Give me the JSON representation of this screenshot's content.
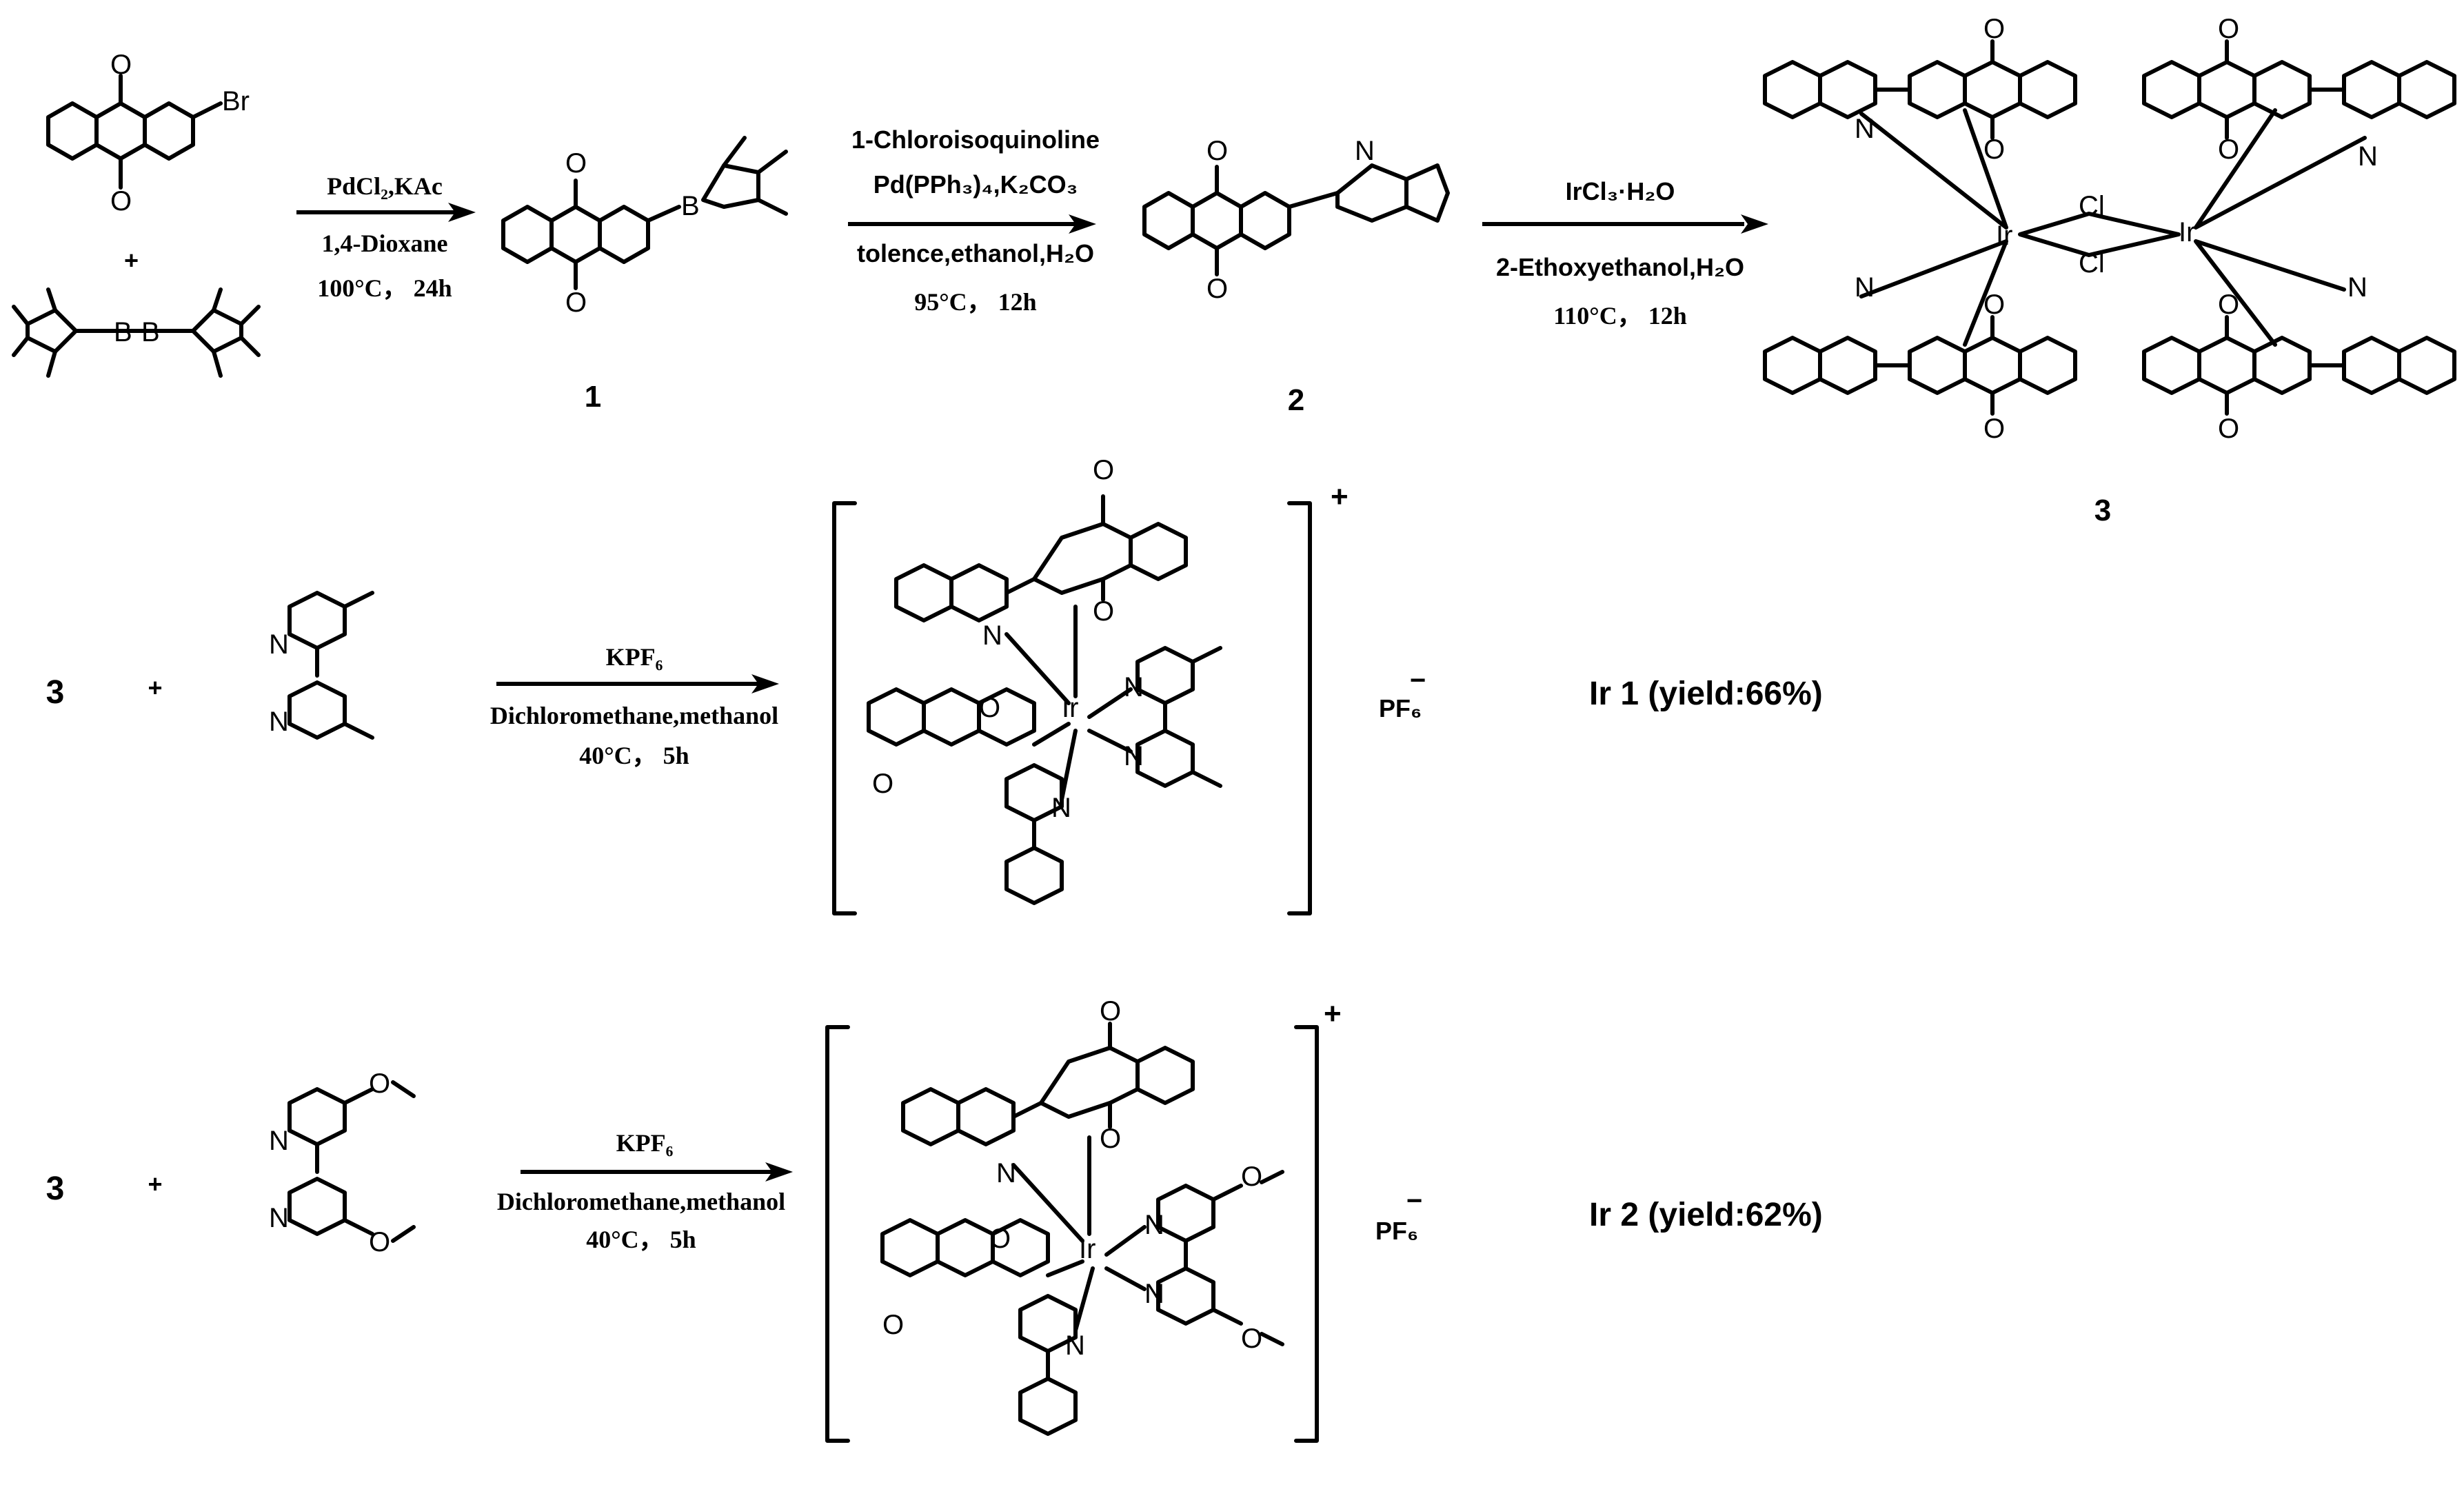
{
  "step1": {
    "reactant_bromo_label": "Br",
    "plus": "+",
    "conditions_top": "PdCl₂,KAc",
    "conditions_mid": "1,4-Dioxane",
    "conditions_bot": "100°C， 24h",
    "product_number": "1"
  },
  "step2": {
    "conditions_top": "1-Chloroisoquinoline",
    "conditions_top2": "Pd(PPh₃)₄,K₂CO₃",
    "conditions_mid": "tolence,ethanol,H₂O",
    "conditions_bot": "95°C， 12h",
    "product_number": "2"
  },
  "step3": {
    "conditions_top": "IrCl₃·H₂O",
    "conditions_mid": "2-Ethoxyethanol,H₂O",
    "conditions_bot": "110°C， 12h",
    "product_number": "3",
    "ir_label": "Ir",
    "cl_label": "Cl"
  },
  "step4": {
    "reactant_number": "3",
    "plus": "+",
    "conditions_top": "KPF₆",
    "conditions_mid": "Dichloromethane,methanol",
    "conditions_bot": "40°C， 5h",
    "charge": "+",
    "counterion": "PF₆",
    "counterion_charge": "−",
    "product_label": "Ir 1 (yield:66%)"
  },
  "step5": {
    "reactant_number": "3",
    "plus": "+",
    "conditions_top": "KPF₆",
    "conditions_mid": "Dichloromethane,methanol",
    "conditions_bot": "40°C， 5h",
    "charge": "+",
    "counterion": "PF₆",
    "counterion_charge": "−",
    "product_label": "Ir 2 (yield:62%)"
  },
  "atoms": {
    "O": "O",
    "B": "B",
    "N": "N"
  }
}
